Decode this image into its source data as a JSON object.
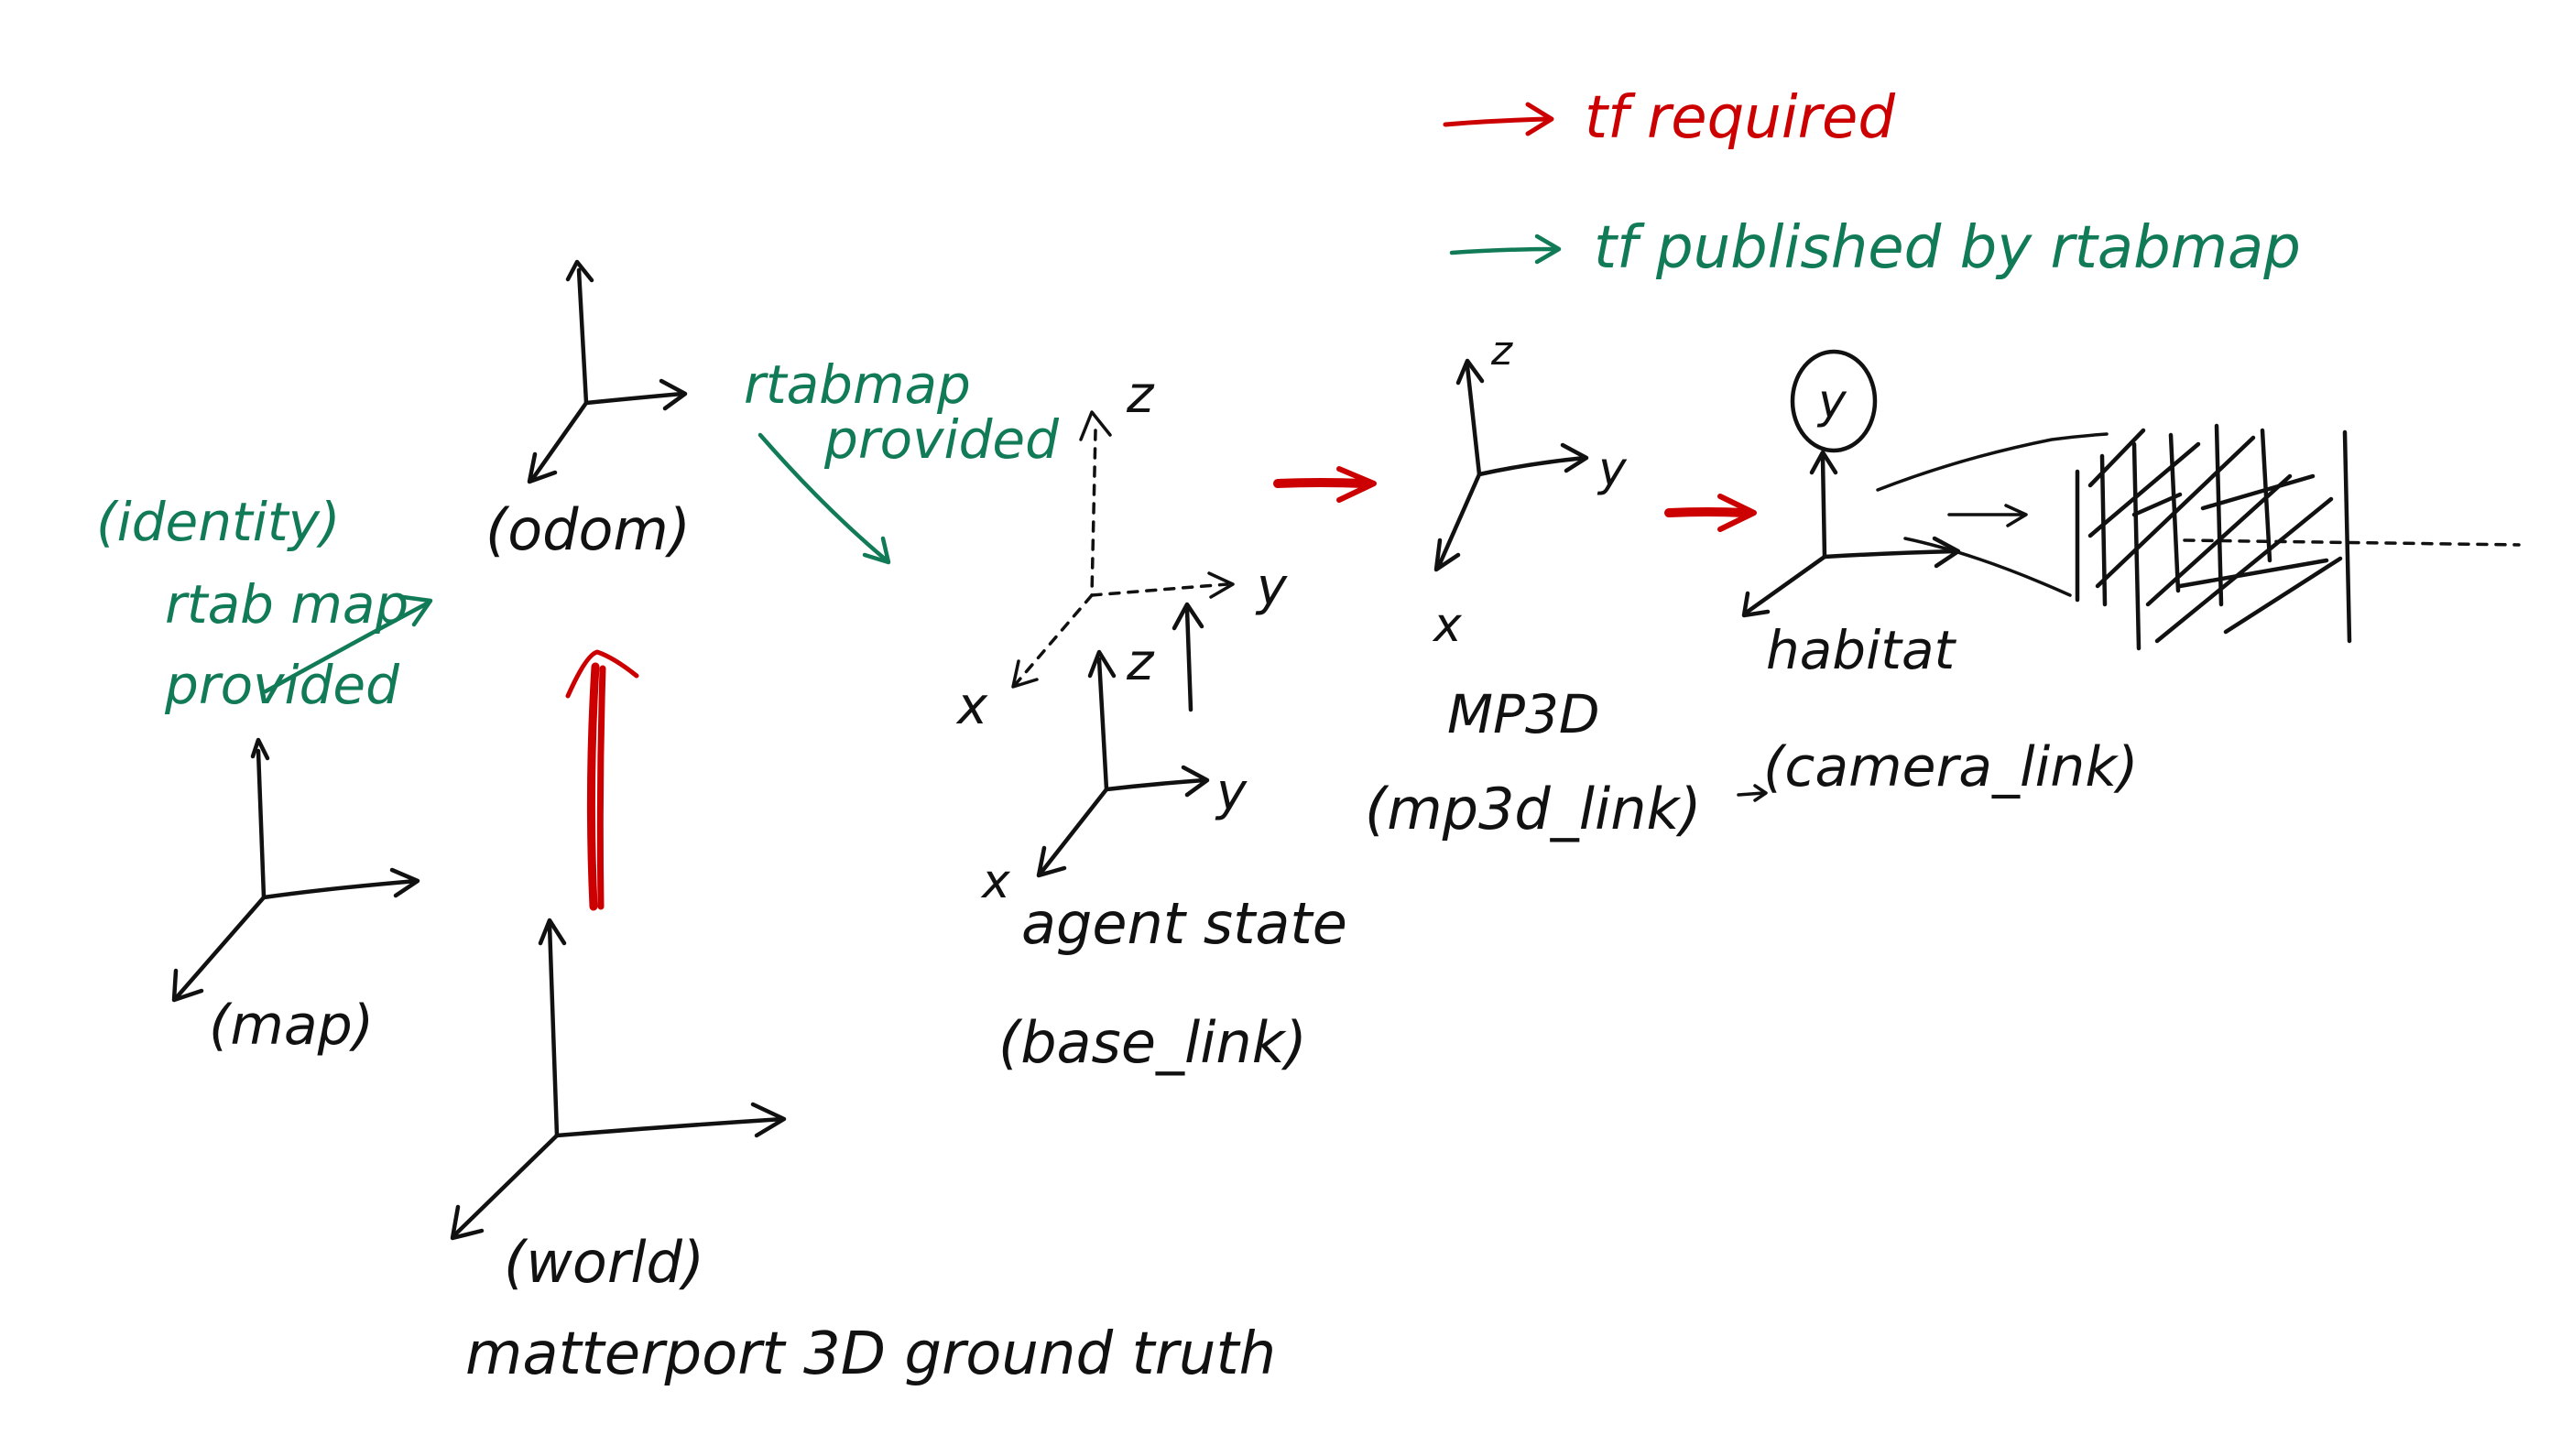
{
  "colors": {
    "ink": "#111111",
    "green": "#117a56",
    "red": "#cc0000",
    "background": "#ffffff"
  },
  "legend": {
    "red_label": "tf required",
    "green_label": "tf published by rtabmap"
  },
  "frames": {
    "map": {
      "label": "(map)"
    },
    "odom": {
      "label": "(odom)"
    },
    "world": {
      "label": "(world)",
      "caption": "matterport 3D ground truth"
    },
    "agent": {
      "axis_z": "z",
      "axis_y": "y",
      "axis_x": "x",
      "title": "agent state",
      "label": "(base_link)"
    },
    "mp3d": {
      "axis_z": "z",
      "axis_y": "y",
      "axis_x": "x",
      "title": "MP3D",
      "label": "(mp3d_link)"
    },
    "habitat": {
      "axis_y": "y",
      "title": "habitat",
      "label": "(camera_link)"
    }
  },
  "annotations": {
    "identity_line1": "(identity)",
    "identity_line2": "rtab map",
    "identity_line3": "provided",
    "odom_provided_line1": "rtabmap",
    "odom_provided_line2": "provided"
  }
}
